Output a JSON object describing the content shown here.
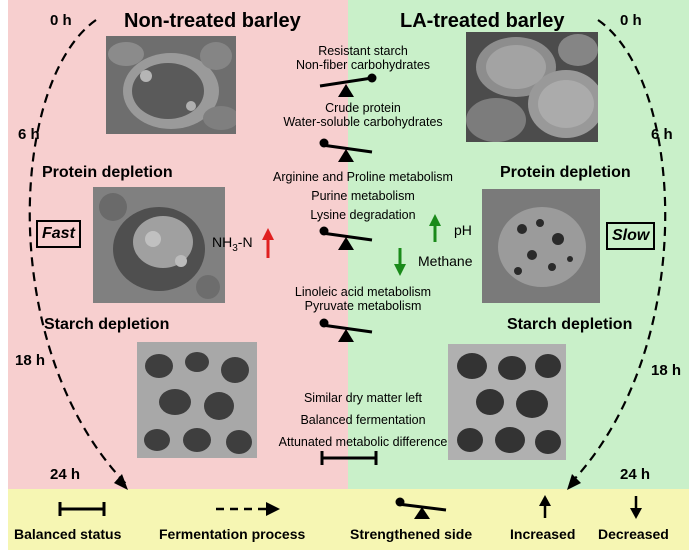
{
  "titles": {
    "left": "Non-treated barley",
    "right": "LA-treated barley"
  },
  "hours": {
    "left_0": "0 h",
    "left_6": "6 h",
    "left_18": "18 h",
    "left_24": "24 h",
    "right_0": "0 h",
    "right_6": "6 h",
    "right_18": "18 h",
    "right_24": "24 h"
  },
  "phases": {
    "left_protein": "Protein depletion",
    "left_starch": "Starch depletion",
    "right_protein": "Protein depletion",
    "right_starch": "Starch depletion"
  },
  "speed": {
    "left": "Fast",
    "right": "Slow"
  },
  "center": {
    "g1": [
      "Resistant starch",
      "Non-fiber carbohydrates"
    ],
    "g2": [
      "Crude protein",
      "Water-soluble carbohydrates"
    ],
    "g3": [
      "Arginine and Proline metabolism",
      "Purine metabolism",
      "Lysine degradation"
    ],
    "g4": [
      "Linoleic acid metabolism",
      "Pyruvate metabolism"
    ],
    "g5": [
      "Similar dry matter left",
      "Balanced fermentation",
      "Attunated metabolic difference"
    ]
  },
  "indicators": {
    "nh3": "NH",
    "nh3_sub": "3",
    "nh3_suffix": "-N",
    "ph": "pH",
    "methane": "Methane"
  },
  "legend": {
    "balanced": "Balanced status",
    "fermentation": "Fermentation process",
    "strengthened": "Strengthened side",
    "increased": "Increased",
    "decreased": "Decreased"
  },
  "colors": {
    "left_bg": "#f7cfcf",
    "right_bg": "#c9f0c9",
    "legend_bg": "#f6f6b3",
    "up_arrow": "#e02020",
    "green_arrow": "#1a8a1a"
  }
}
